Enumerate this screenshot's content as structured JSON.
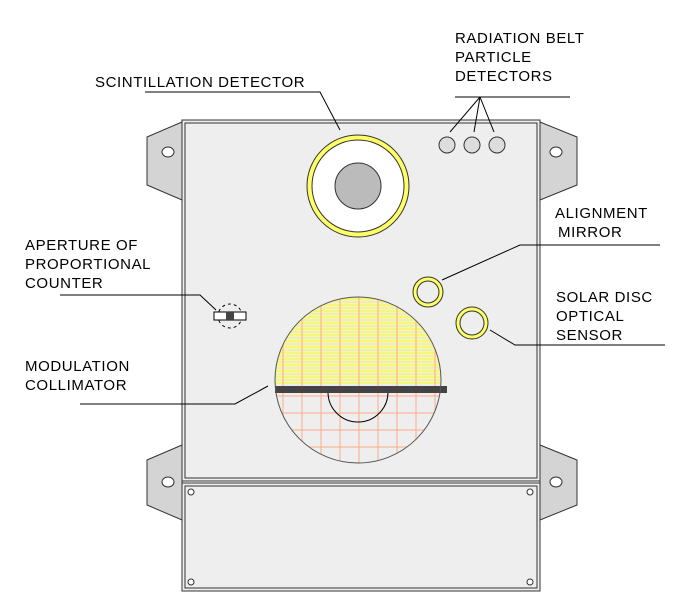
{
  "labels": {
    "scintillation": "SCINTILLATION DETECTOR",
    "radiation": [
      "RADIATION BELT",
      "PARTICLE",
      "DETECTORS"
    ],
    "alignment": [
      "ALIGNMENT",
      "MIRROR"
    ],
    "aperture": [
      "APERTURE OF",
      "PROPORTIONAL",
      "COUNTER"
    ],
    "solar": [
      "SOLAR DISC",
      "OPTICAL",
      "SENSOR"
    ],
    "collimator": [
      "MODULATION",
      "COLLIMATOR"
    ]
  },
  "colors": {
    "panel": "#eeeeee",
    "tab": "#d4d4d4",
    "yellow": "#ffff66",
    "hatch_yellow": "#ffff00",
    "grid_orange": "#ffaa88",
    "bar": "#444444",
    "core": "#bbbbbb"
  }
}
